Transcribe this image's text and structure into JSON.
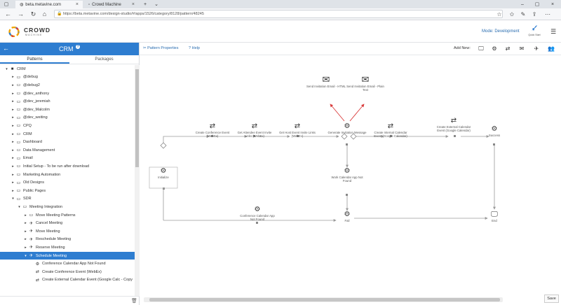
{
  "browser": {
    "tabs": [
      {
        "title": "beta.metavine.com",
        "icon": "globe-icon"
      },
      {
        "title": "Crowd Machine",
        "icon": "page-icon"
      }
    ],
    "url": "https://beta.metavine.com/design-studio/#/apps/1526/category/8128/pattern/48245"
  },
  "header": {
    "brand": "CROWD",
    "brand_sub": "MACHINE",
    "mode": "Mode: Development",
    "quick_start": "Quick Start"
  },
  "sidebar": {
    "title": "CRM",
    "tabs": [
      "Patterns",
      "Packages"
    ],
    "tree": [
      {
        "label": "CRM",
        "depth": 0,
        "arrow": "▾",
        "icon": "■"
      },
      {
        "label": "@debug",
        "depth": 1,
        "arrow": "▸",
        "icon": "▭"
      },
      {
        "label": "@debug2",
        "depth": 1,
        "arrow": "▸",
        "icon": "▭"
      },
      {
        "label": "@dev_anthony",
        "depth": 1,
        "arrow": "▸",
        "icon": "▭"
      },
      {
        "label": "@dev_jeremiah",
        "depth": 1,
        "arrow": "▸",
        "icon": "▭"
      },
      {
        "label": "@dev_Malcolm",
        "depth": 1,
        "arrow": "▸",
        "icon": "▭"
      },
      {
        "label": "@dev_weiting",
        "depth": 1,
        "arrow": "▸",
        "icon": "▭"
      },
      {
        "label": "CPQ",
        "depth": 1,
        "arrow": "▸",
        "icon": "▭"
      },
      {
        "label": "CRM",
        "depth": 1,
        "arrow": "▸",
        "icon": "▭"
      },
      {
        "label": "Dashboard",
        "depth": 1,
        "arrow": "▸",
        "icon": "▭"
      },
      {
        "label": "Data Management",
        "depth": 1,
        "arrow": "▸",
        "icon": "▭"
      },
      {
        "label": "Email",
        "depth": 1,
        "arrow": "▸",
        "icon": "▭"
      },
      {
        "label": "Initial Setup - To be run after download",
        "depth": 1,
        "arrow": "▸",
        "icon": "▭"
      },
      {
        "label": "Marketing Automation",
        "depth": 1,
        "arrow": "▸",
        "icon": "▭"
      },
      {
        "label": "Old Designs",
        "depth": 1,
        "arrow": "▸",
        "icon": "▭"
      },
      {
        "label": "Public Pages",
        "depth": 1,
        "arrow": "▸",
        "icon": "▭"
      },
      {
        "label": "SDR",
        "depth": 1,
        "arrow": "▾",
        "icon": "▭"
      },
      {
        "label": "Meeting Integration",
        "depth": 2,
        "arrow": "▾",
        "icon": "▭"
      },
      {
        "label": "Move Meeting Patterns",
        "depth": 3,
        "arrow": "▸",
        "icon": "▭"
      },
      {
        "label": "Cancel Meeting",
        "depth": 3,
        "arrow": "▸",
        "icon": "✈"
      },
      {
        "label": "Move Meeting",
        "depth": 3,
        "arrow": "▸",
        "icon": "✈"
      },
      {
        "label": "Reschedule Meeting",
        "depth": 3,
        "arrow": "▸",
        "icon": "✈"
      },
      {
        "label": "Reserve Meeting",
        "depth": 3,
        "arrow": "▸",
        "icon": "✈"
      },
      {
        "label": "Schedule Meeting",
        "depth": 3,
        "arrow": "▾",
        "icon": "✈",
        "selected": true
      },
      {
        "label": "Conference Calendar App Not Found",
        "depth": 4,
        "arrow": "",
        "icon": "⚙"
      },
      {
        "label": "Create Conference Event (WebEx)",
        "depth": 4,
        "arrow": "",
        "icon": "⇄"
      },
      {
        "label": "Create External Calendar Event (Google Calc - Copy",
        "depth": 4,
        "arrow": "",
        "icon": "⇄"
      }
    ]
  },
  "canvas_toolbar": {
    "pattern_properties": "Pattern Properties",
    "help": "Help",
    "add_new": "Add New:",
    "add_buttons": [
      "monitor-icon",
      "gears-icon",
      "sync-icon",
      "email-icon",
      "rocket-icon",
      "users-icon"
    ]
  },
  "nodes": {
    "send_html": "Send Invitation Email - HTML",
    "send_plain": "Send Invitation Email - Plain Text",
    "create_conf": "Create Conference Event (WebEx)",
    "get_attendee": "Get Attendee Event Invite Links (WebEx)",
    "get_host": "Get Host Event Invite Links (WebEx)",
    "gen_msg": "Generate Invitation Message",
    "create_internal": "Create Internal Calendar Event (Google Calendar)",
    "create_external": "Create External Calendar Event (Google Calendar)",
    "success": "Success",
    "initialize": "Initialize",
    "work_cal": "Work Calendar App Not Found",
    "conf_cal": "Conference Calendar App Not Found",
    "fail": "Fail",
    "end": "End"
  },
  "footer": {
    "save": "Save"
  },
  "colors": {
    "accent": "#2e7dd0",
    "error_link": "#d93a3a",
    "line": "#9a9a9a"
  }
}
